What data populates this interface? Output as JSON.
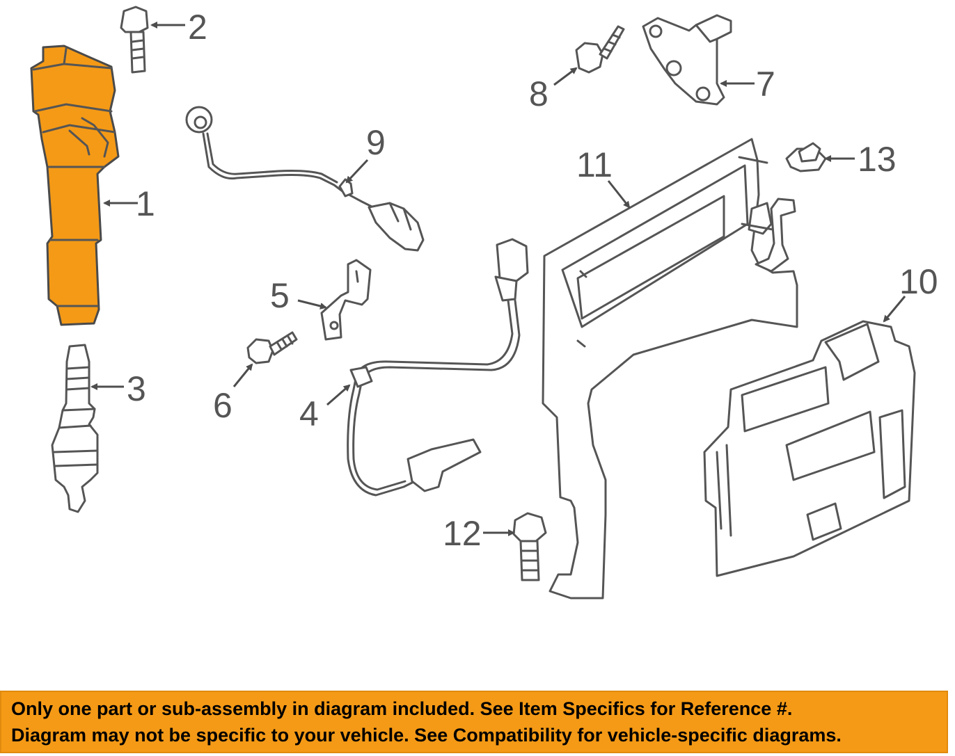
{
  "colors": {
    "highlight": "#f59a16",
    "line": "#555555",
    "banner": "#f59a16"
  },
  "callouts": [
    {
      "number": "1",
      "part": "ignition coil (highlighted)"
    },
    {
      "number": "2",
      "part": "bolt"
    },
    {
      "number": "3",
      "part": "spark plug"
    },
    {
      "number": "4",
      "part": "sensor with cable"
    },
    {
      "number": "5",
      "part": "bracket"
    },
    {
      "number": "6",
      "part": "bolt"
    },
    {
      "number": "7",
      "part": "cam sensor"
    },
    {
      "number": "8",
      "part": "bolt"
    },
    {
      "number": "9",
      "part": "knock sensor"
    },
    {
      "number": "10",
      "part": "ECM module"
    },
    {
      "number": "11",
      "part": "mounting bracket"
    },
    {
      "number": "12",
      "part": "bolt"
    },
    {
      "number": "13",
      "part": "nut"
    }
  ],
  "banner": {
    "line1": "Only one part or sub-assembly in diagram included. See Item Specifics for Reference #.",
    "line2": "Diagram may not be specific to your vehicle. See Compatibility for vehicle-specific diagrams."
  }
}
